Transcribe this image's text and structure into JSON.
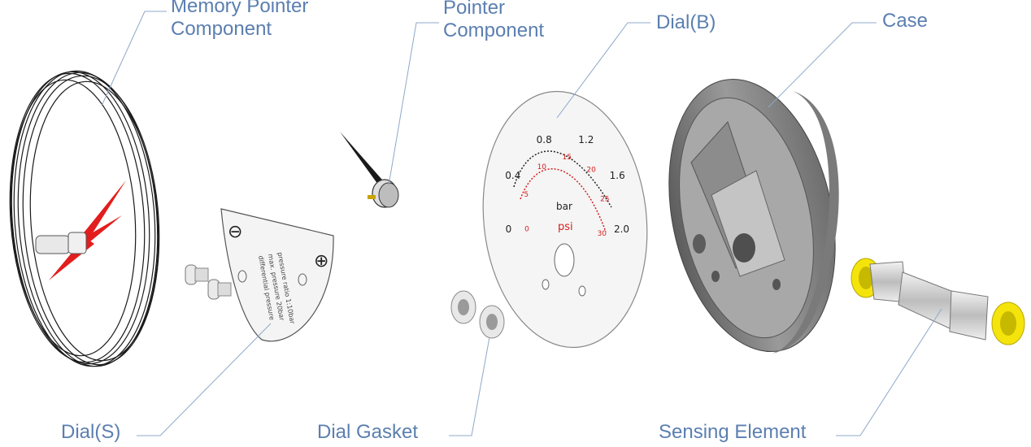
{
  "labels": {
    "memory_pointer_line1": "Memory Pointer",
    "memory_pointer_line2": "Component",
    "pointer_line1": "Pointer",
    "pointer_line2": "Component",
    "dial_b": "Dial(B)",
    "case": "Case",
    "dial_s": "Dial(S)",
    "dial_gasket": "Dial Gasket",
    "sensing_element": "Sensing Element"
  },
  "dial_b_face": {
    "bar_ticks": [
      "0",
      "0.4",
      "0.8",
      "1.2",
      "1.6",
      "2.0"
    ],
    "psi_ticks": [
      "0",
      "5",
      "10",
      "15",
      "20",
      "25",
      "30"
    ],
    "unit_bar": "bar",
    "unit_psi": "psi"
  },
  "dial_s_face": {
    "minus_symbol": "⊖",
    "plus_symbol": "⊕",
    "text_line1": "differential pressure",
    "text_line2": "max. pressure 20bar",
    "text_line3": "pressure ratio 1:10bar"
  },
  "colors": {
    "label": "#5b7fb0",
    "leader": "#8fa8c8",
    "red_pointer": "#e31d1d",
    "case_gray": "#8a8a8a",
    "sensing_yellow": "#f4e40c"
  }
}
